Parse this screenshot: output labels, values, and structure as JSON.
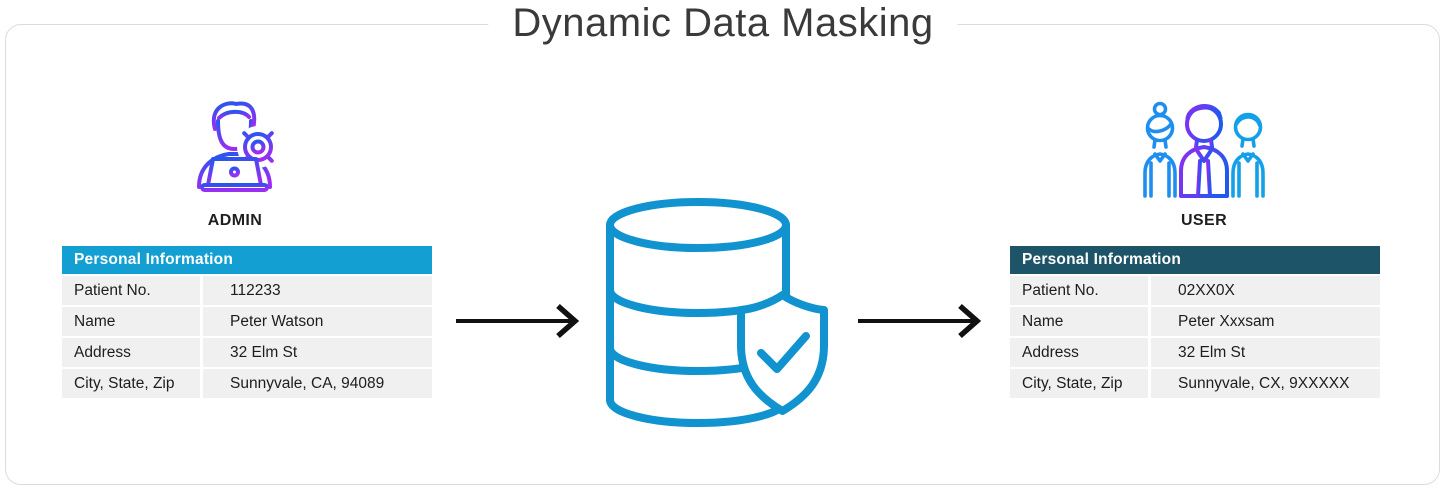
{
  "title": "Dynamic Data Masking",
  "colors": {
    "admin_table_header_bg": "#149FD2",
    "user_table_header_bg": "#1D5468",
    "row_bg": "#F0F0F0",
    "frame_border": "#DCDCDC",
    "db_icon_stroke": "#1193CF",
    "arrow_color": "#111111",
    "icon_blue": "#2457EE",
    "icon_purple": "#9C2DF2",
    "icon_cyan": "#1E8FF0"
  },
  "admin": {
    "label": "ADMIN",
    "icon": "admin-person-gear-icon",
    "table": {
      "header": "Personal Information",
      "rows": [
        {
          "label": "Patient No.",
          "value": "112233"
        },
        {
          "label": "Name",
          "value": "Peter Watson"
        },
        {
          "label": "Address",
          "value": "32 Elm St"
        },
        {
          "label": "City, State, Zip",
          "value": "Sunnyvale, CA, 94089"
        }
      ]
    }
  },
  "user": {
    "label": "USER",
    "icon": "user-group-icon",
    "table": {
      "header": "Personal Information",
      "rows": [
        {
          "label": "Patient No.",
          "value": "02XX0X"
        },
        {
          "label": "Name",
          "value": "Peter Xxxsam"
        },
        {
          "label": "Address",
          "value": "32 Elm St"
        },
        {
          "label": "City, State, Zip",
          "value": "Sunnyvale, CX, 9XXXXX"
        }
      ]
    }
  },
  "center": {
    "icon": "database-shield-icon"
  }
}
